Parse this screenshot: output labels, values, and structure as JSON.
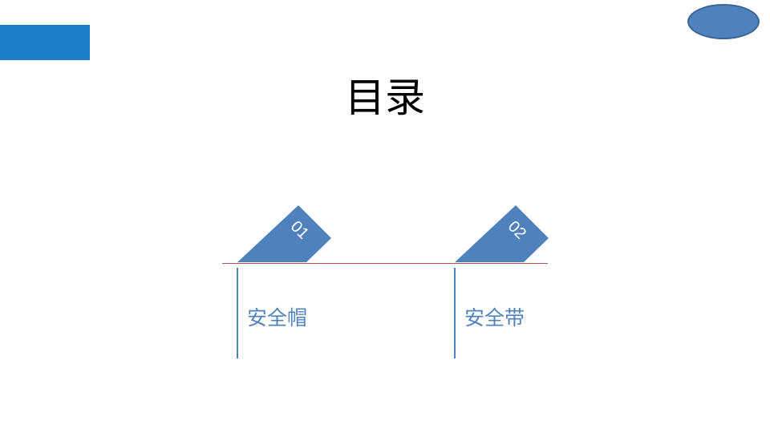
{
  "slide": {
    "title": "目录",
    "accent_color": "#4f81bd",
    "divider_color": "#c0504d",
    "top_bar_color": "#1a7cc7"
  },
  "toc": {
    "items": [
      {
        "number": "01",
        "label": "安全帽"
      },
      {
        "number": "02",
        "label": "安全带"
      }
    ]
  }
}
